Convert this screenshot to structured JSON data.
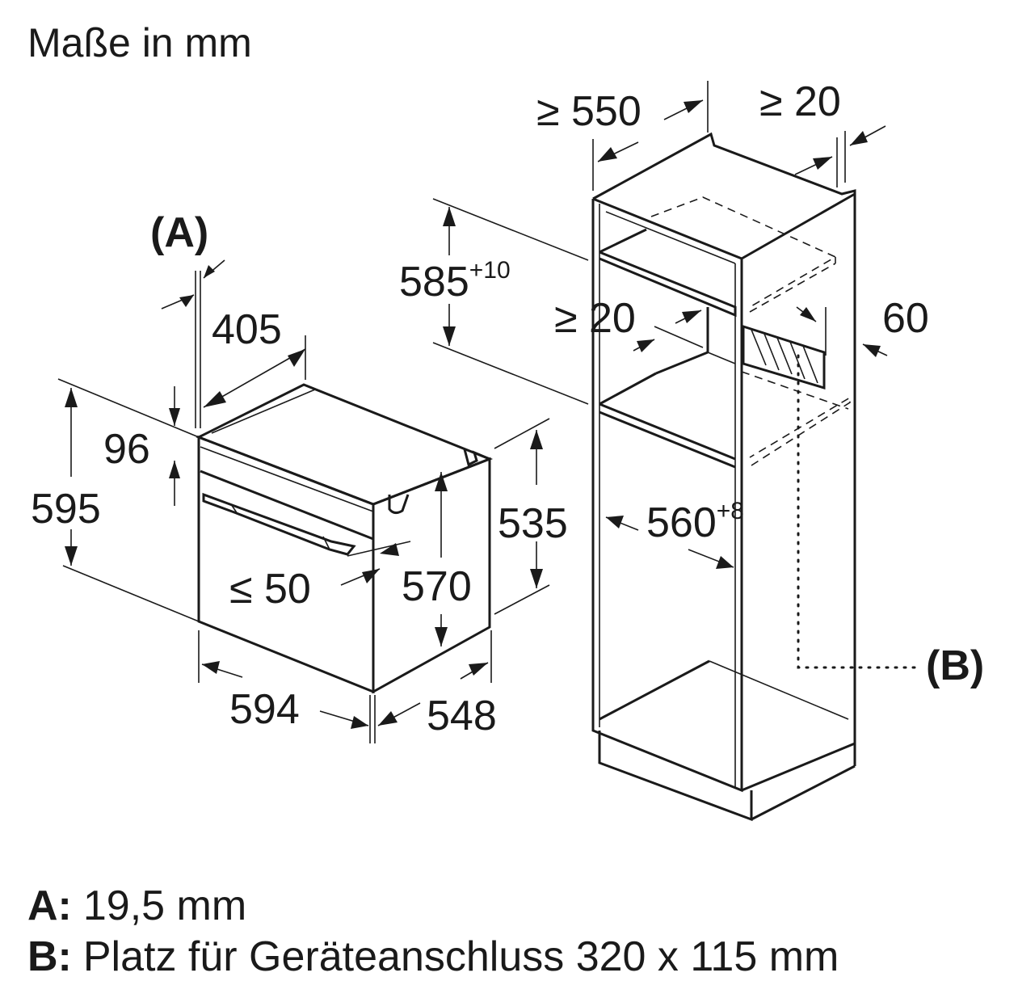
{
  "title": "Maße in mm",
  "oven": {
    "dim_a_label": "(A)",
    "depth_front": "405",
    "panel_96": "96",
    "height_595": "595",
    "handle_50": "≤ 50",
    "height_570": "570",
    "height_535": "535",
    "width_594": "594",
    "depth_548": "548"
  },
  "cabinet": {
    "depth_550": "≥ 550",
    "gap_20_top": "≥ 20",
    "height_585": "585",
    "height_585_tol": "+10",
    "gap_20_mid": "≥ 20",
    "vent_60": "60",
    "width_560": "560",
    "width_560_tol": "+8",
    "connection_label": "(B)"
  },
  "legend": {
    "a_key": "A:",
    "a_text": "19,5 mm",
    "b_key": "B:",
    "b_text": "Platz für Geräteanschluss 320 x 115 mm"
  }
}
